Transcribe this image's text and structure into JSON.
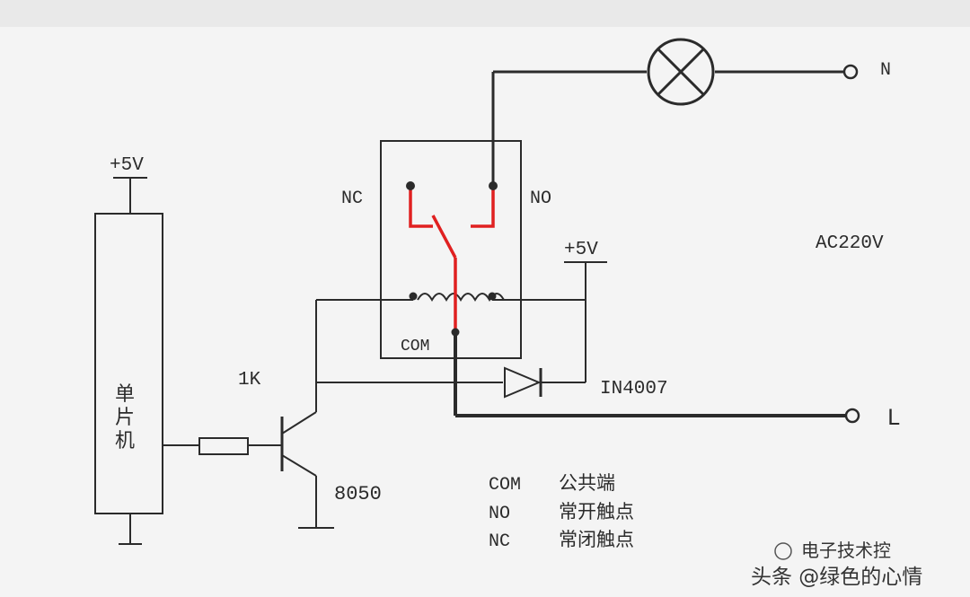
{
  "labels": {
    "vcc_left": "+5V",
    "vcc_right": "+5V",
    "mcu": [
      "单",
      "片",
      "机"
    ],
    "resistor": "1K",
    "transistor": "8050",
    "nc": "NC",
    "no": "NO",
    "com": "COM",
    "diode": "IN4007",
    "ac": "AC220V",
    "neutral": "N",
    "live": "L"
  },
  "legend": [
    {
      "key": "COM",
      "desc": "公共端"
    },
    {
      "key": "NO",
      "desc": "常开触点"
    },
    {
      "key": "NC",
      "desc": "常闭触点"
    }
  ],
  "watermark": {
    "line1": "电子技术控",
    "line2": "头条 @绿色的心情"
  },
  "colors": {
    "wire": "#2b2b2b",
    "contact_red": "#e02020",
    "background": "#f4f4f4"
  }
}
